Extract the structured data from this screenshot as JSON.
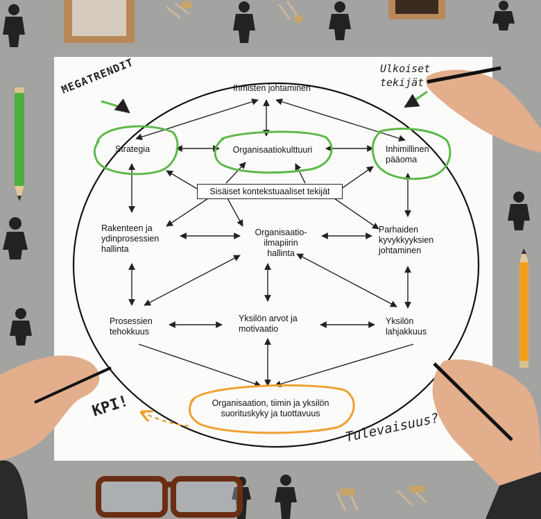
{
  "annotations": {
    "megatrendit": "MEGATRENDIT",
    "ulkoiset_line1": "Ulkoiset",
    "ulkoiset_line2": "tekijät",
    "kpi": "KPI!",
    "tulevaisuus": "Tulevaisuus?"
  },
  "nodes": {
    "ihmisten": "Ihmisten johtaminen",
    "strategia": "Strategia",
    "organisaatiokulttuuri": "Organisaatiokulttuuri",
    "inhimillinen_line1": "Inhimillinen",
    "inhimillinen_line2": "pääoma",
    "sisaiset": "Sisäiset kontekstuaaliset tekijät",
    "rakenteen_line1": "Rakenteen ja",
    "rakenteen_line2": "ydinprosessien",
    "rakenteen_line3": "hallinta",
    "ilmapiiri_line1": "Organisaatio-",
    "ilmapiiri_line2": "ilmapiirin",
    "ilmapiiri_line3": "hallinta",
    "parhaiden_line1": "Parhaiden",
    "parhaiden_line2": "kyvykkyyksien",
    "parhaiden_line3": "johtaminen",
    "prosessien_line1": "Prosessien",
    "prosessien_line2": "tehokkuus",
    "arvot_line1": "Yksilön arvot ja",
    "arvot_line2": "motivaatio",
    "lahjakkuus_line1": "Yksilön",
    "lahjakkuus_line2": "lahjakkuus",
    "suorituskyky_line1": "Organisaation, tiimin ja yksilön",
    "suorituskyky_line2": "suorituskyky ja tuottavuus"
  },
  "colors": {
    "green_highlight": "#5cb84a",
    "orange_highlight": "#f0a030",
    "arrow": "#333333",
    "desk": "#9a9a98"
  }
}
